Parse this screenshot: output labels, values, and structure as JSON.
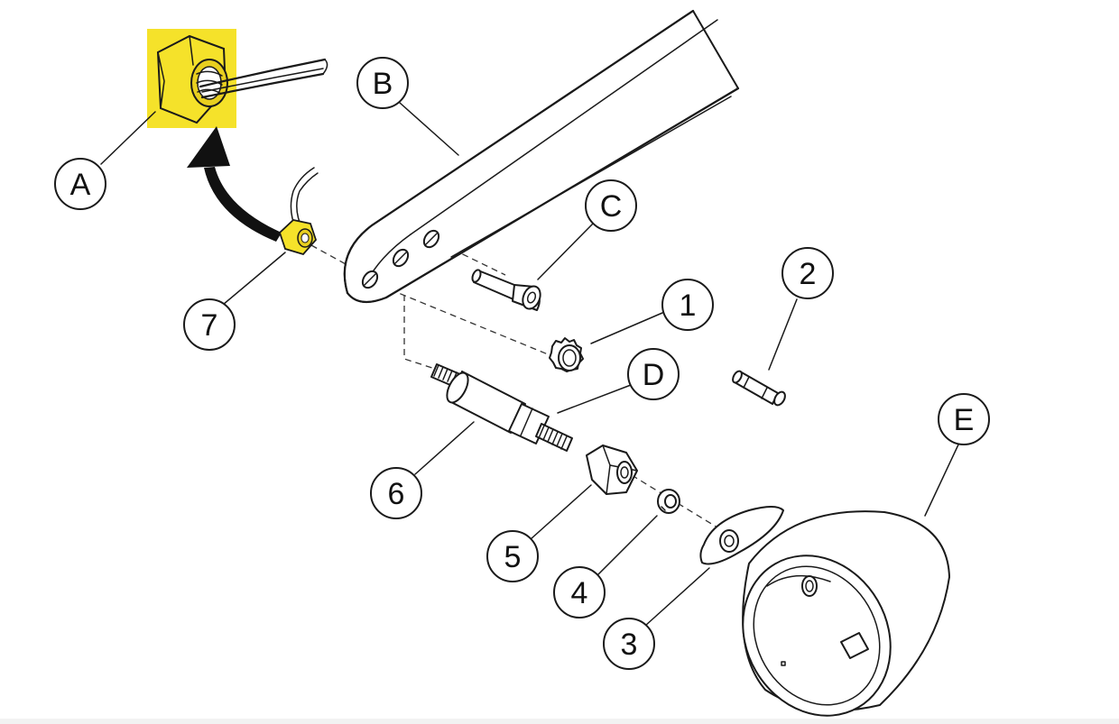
{
  "diagram": {
    "colors": {
      "highlight": "#f5e22a",
      "highlight_stroke": "#c9a800",
      "ink": "#1a1a1a",
      "background": "#ffffff"
    },
    "callouts": [
      {
        "id": "A",
        "label": "A"
      },
      {
        "id": "B",
        "label": "B"
      },
      {
        "id": "C",
        "label": "C"
      },
      {
        "id": "D",
        "label": "D"
      },
      {
        "id": "E",
        "label": "E"
      },
      {
        "id": "1",
        "label": "1"
      },
      {
        "id": "2",
        "label": "2"
      },
      {
        "id": "3",
        "label": "3"
      },
      {
        "id": "4",
        "label": "4"
      },
      {
        "id": "5",
        "label": "5"
      },
      {
        "id": "6",
        "label": "6"
      },
      {
        "id": "7",
        "label": "7"
      }
    ]
  }
}
